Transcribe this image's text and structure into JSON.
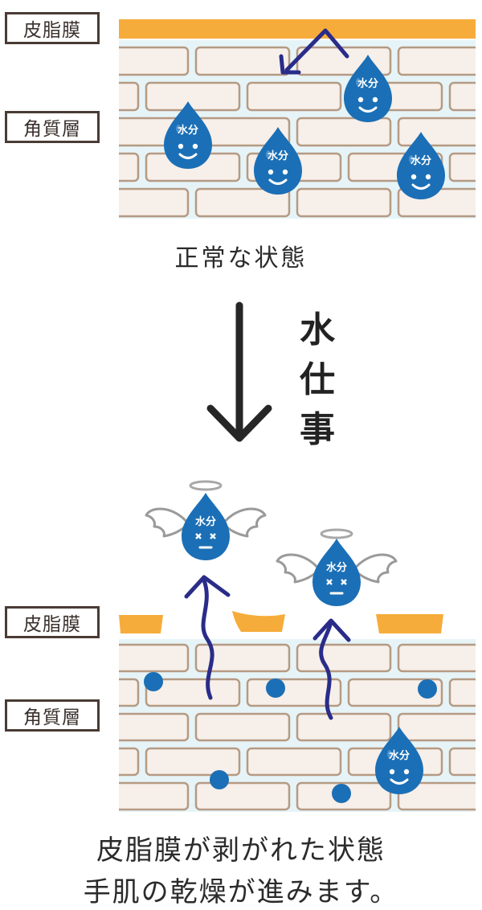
{
  "labels": {
    "sebum_top": "皮脂膜",
    "stratum_top": "角質層",
    "sebum_bottom": "皮脂膜",
    "stratum_bottom": "角質層"
  },
  "drop_label": "水分",
  "captions": {
    "top": "正常な状態",
    "bottom_line1": "皮脂膜が剥がれた状態",
    "bottom_line2": "手肌の乾燥が進みます。"
  },
  "transition": [
    "水",
    "仕",
    "事"
  ],
  "colors": {
    "sebum": "#f6ac3a",
    "brick_fill": "#f7efe9",
    "brick_line": "#b59a83",
    "mortar": "#e6f4f8",
    "drop": "#1b6fb6",
    "arrow": "#2a2c8a",
    "dark": "#262626"
  }
}
